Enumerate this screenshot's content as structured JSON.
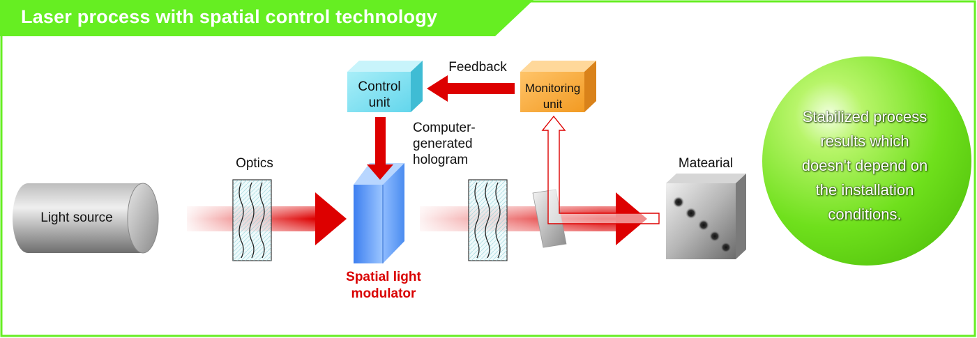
{
  "header": {
    "title": "Laser process with spatial control technology"
  },
  "components": {
    "light_source": "Light source",
    "optics": "Optics",
    "slm": "Spatial light\nmodulator",
    "hologram": "Computer-\ngenerated\nhologram",
    "feedback": "Feedback",
    "control_unit": "Control\nunit",
    "monitoring_unit": "Monitoring\nunit",
    "material": "Matearial"
  },
  "result": {
    "text": "Stabilized process\nresults which\ndoesn't depend on\nthe installation\nconditions."
  },
  "colors": {
    "frame_green": "#66ee22",
    "beam_red": "#dd0000",
    "slm_blue": "#4a8cf0",
    "control_cyan": "#7ae0f0",
    "monitor_orange": "#f5a832",
    "result_green": "#66dd11",
    "label_red": "#d90000"
  }
}
